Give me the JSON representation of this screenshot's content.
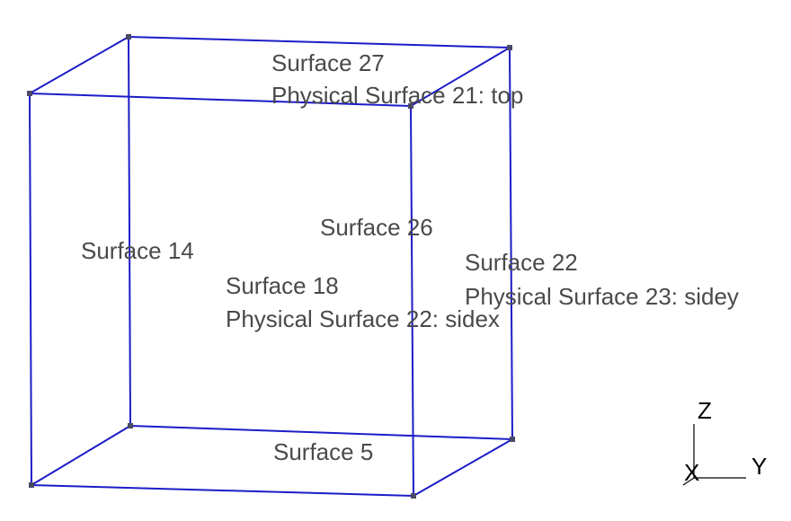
{
  "colors": {
    "edge": "#1c1cc8",
    "vertex": "#4a4a66",
    "label": "#4a4a4a",
    "axis": "#000000"
  },
  "surfaces": {
    "s27_name": "Surface 27",
    "s27_physical": "Physical Surface 21: top",
    "s26_name": "Surface 26",
    "s14_name": "Surface 14",
    "s22_name": "Surface 22",
    "s22_physical": "Physical Surface 23: sidey",
    "s18_name": "Surface 18",
    "s18_physical": "Physical Surface 22: sidex",
    "s5_name": "Surface 5"
  },
  "axes": {
    "z": "Z",
    "y": "Y",
    "x": "X"
  }
}
